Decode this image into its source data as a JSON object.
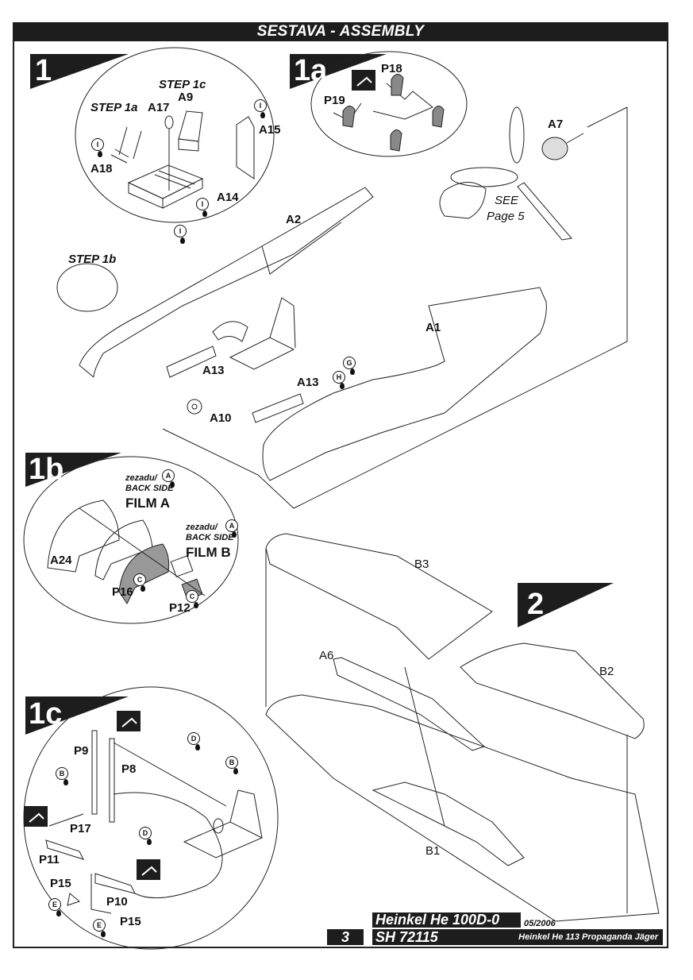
{
  "header": {
    "title": "SESTAVA - ASSEMBLY"
  },
  "steps": {
    "s1": {
      "number": "1",
      "labels": {
        "step1c": "STEP 1c",
        "step1a": "STEP 1a",
        "a9": "A9",
        "a17": "A17",
        "a15": "A15",
        "a18": "A18",
        "a14": "A14",
        "a2": "A2",
        "step1b": "STEP 1b",
        "a13_left": "A13",
        "a13_right": "A13",
        "a10": "A10",
        "a1": "A1"
      }
    },
    "s1a": {
      "number": "1a",
      "labels": {
        "p18": "P18",
        "p19": "P19",
        "a7": "A7",
        "see": "SEE",
        "page": "Page 5"
      }
    },
    "s1b": {
      "number": "1b",
      "labels": {
        "zezadu1": "zezadu/",
        "backside1": "BACK SIDE",
        "filmA": "FILM A",
        "zezadu2": "zezadu/",
        "backside2": "BACK SIDE",
        "filmB": "FILM B",
        "a24": "A24",
        "p16": "P16",
        "p12": "P12"
      }
    },
    "s1c": {
      "number": "1c",
      "labels": {
        "p9": "P9",
        "p8": "P8",
        "p17": "P17",
        "p11": "P11",
        "p15a": "P15",
        "p10": "P10",
        "p15b": "P15"
      }
    },
    "s2": {
      "number": "2",
      "labels": {
        "b3": "B3",
        "a6": "A6",
        "b2": "B2",
        "b1": "B1"
      }
    }
  },
  "paint_codes": {
    "I": "I",
    "G": "G",
    "H": "H",
    "A": "A",
    "C": "C",
    "D": "D",
    "B": "B",
    "E": "E"
  },
  "footer": {
    "page_number": "3",
    "model_name": "Heinkel He 100D-0",
    "date": "05/2006",
    "kit_code": "SH 72115",
    "subtitle": "Heinkel He 113 Propaganda Jäger"
  }
}
